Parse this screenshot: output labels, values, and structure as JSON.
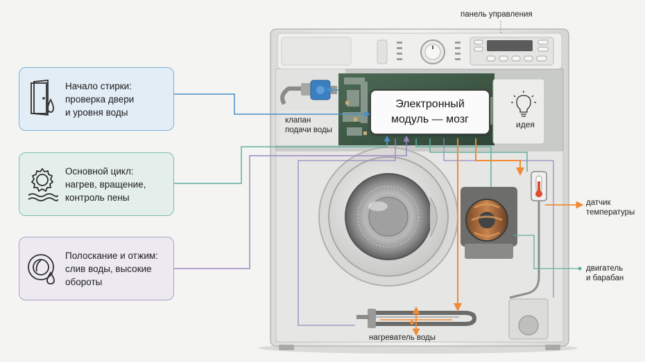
{
  "cards": [
    {
      "lines": [
        "Начало стирки:",
        "проверка двери",
        "и уровня воды"
      ],
      "icon": "door-water-icon",
      "color": "#7fb1d8"
    },
    {
      "lines": [
        "Основной цикл:",
        "нагрев, вращение,",
        "контроль пены"
      ],
      "icon": "gear-waves-icon",
      "color": "#7fbcae"
    },
    {
      "lines": [
        "Полоскание и отжим:",
        "слив воды, высокие",
        "обороты"
      ],
      "icon": "drum-drop-icon",
      "color": "#ad9ec8"
    }
  ],
  "labels": {
    "control_panel": "панель управления",
    "valve": [
      "клапан",
      "подачи воды"
    ],
    "brain": [
      "Электронный",
      "модуль — мозг"
    ],
    "idea": "идея",
    "temp_sensor": [
      "датчик",
      "температуры"
    ],
    "motor": [
      "двигатель",
      "и барабан"
    ],
    "heater": "нагреватель воды"
  },
  "colors": {
    "blue": "#4a90c8",
    "teal": "#5fae9c",
    "purple": "#9a86c0",
    "orange": "#f08a33"
  }
}
